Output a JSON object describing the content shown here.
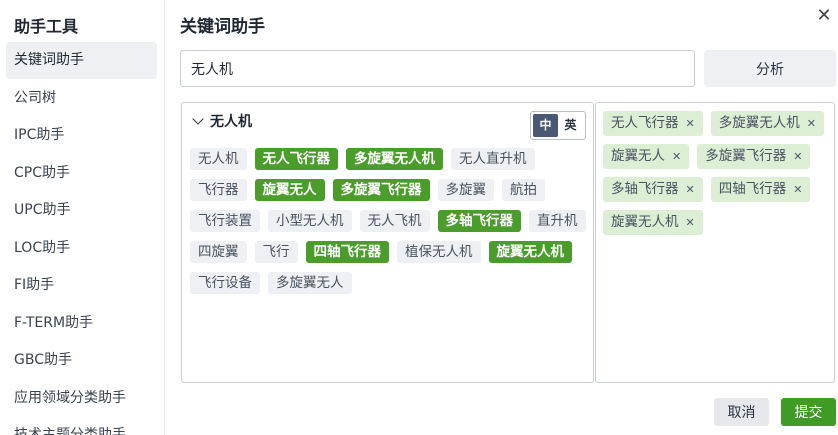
{
  "sidebar": {
    "title": "助手工具",
    "items": [
      "关键词助手",
      "公司树",
      "IPC助手",
      "CPC助手",
      "UPC助手",
      "LOC助手",
      "FI助手",
      "F-TERM助手",
      "GBC助手",
      "应用领域分类助手",
      "技术主题分类助手"
    ],
    "active": 0
  },
  "main": {
    "title": "关键词助手",
    "close_icon": "close-icon",
    "search_value": "无人机",
    "analyze_label": "分析"
  },
  "group": {
    "name": "无人机",
    "lang_zh": "中",
    "lang_en": "英",
    "tags": [
      {
        "text": "无人机",
        "selected": false
      },
      {
        "text": "无人飞行器",
        "selected": true
      },
      {
        "text": "多旋翼无人机",
        "selected": true
      },
      {
        "text": "无人直升机",
        "selected": false
      },
      {
        "text": "飞行器",
        "selected": false
      },
      {
        "text": "旋翼无人",
        "selected": true
      },
      {
        "text": "多旋翼飞行器",
        "selected": true
      },
      {
        "text": "多旋翼",
        "selected": false
      },
      {
        "text": "航拍",
        "selected": false
      },
      {
        "text": "飞行装置",
        "selected": false
      },
      {
        "text": "小型无人机",
        "selected": false
      },
      {
        "text": "无人飞机",
        "selected": false
      },
      {
        "text": "多轴飞行器",
        "selected": true
      },
      {
        "text": "直升机",
        "selected": false
      },
      {
        "text": "四旋翼",
        "selected": false
      },
      {
        "text": "飞行",
        "selected": false
      },
      {
        "text": "四轴飞行器",
        "selected": true
      },
      {
        "text": "植保无人机",
        "selected": false
      },
      {
        "text": "旋翼无人机",
        "selected": true
      },
      {
        "text": "飞行设备",
        "selected": false
      },
      {
        "text": "多旋翼无人",
        "selected": false
      }
    ]
  },
  "selected_tags": [
    "无人飞行器",
    "多旋翼无人机",
    "旋翼无人",
    "多旋翼飞行器",
    "多轴飞行器",
    "四轴飞行器",
    "旋翼无人机"
  ],
  "footer": {
    "cancel": "取消",
    "submit": "提交"
  },
  "colors": {
    "accent": "#4a9d2a",
    "selected_bg": "#dcefd5"
  }
}
